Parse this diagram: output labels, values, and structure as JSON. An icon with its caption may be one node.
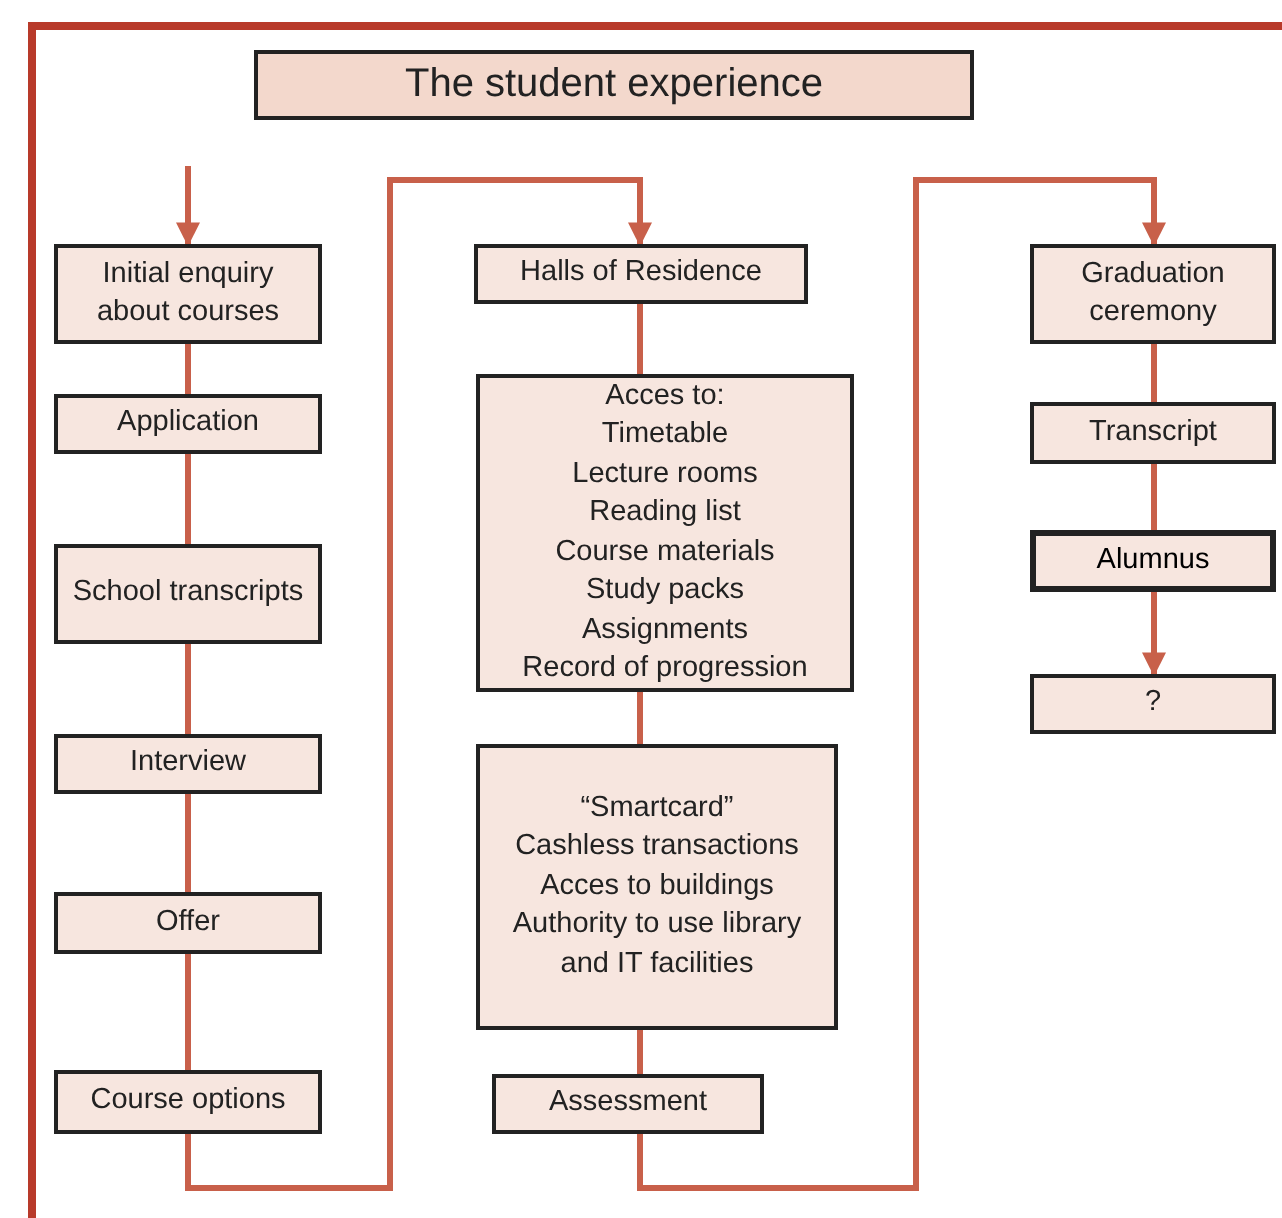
{
  "diagram": {
    "nodes": [
      {
        "text": [
          "The student experience"
        ]
      },
      {
        "text": [
          "Initial enquiry about courses"
        ]
      },
      {
        "text": [
          "Application"
        ]
      },
      {
        "text": [
          "School transcripts"
        ]
      },
      {
        "text": [
          "Interview"
        ]
      },
      {
        "text": [
          "Offer"
        ]
      },
      {
        "text": [
          "Course options"
        ]
      },
      {
        "text": [
          "Halls of Residence"
        ]
      },
      {
        "text": [
          "Acces to:",
          "Timetable",
          "Lecture rooms",
          "Reading list",
          "Course materials",
          "Study packs",
          "Assignments",
          "Record of progression"
        ]
      },
      {
        "text": [
          "“Smartcard”",
          "Cashless transactions",
          "Acces to buildings",
          "Authority to use library and IT facilities"
        ]
      },
      {
        "text": [
          "Assessment"
        ]
      },
      {
        "text": [
          "Graduation ceremony"
        ]
      },
      {
        "text": [
          "Transcript"
        ]
      },
      {
        "text": [
          "Alumnus"
        ]
      },
      {
        "text": [
          "?"
        ]
      }
    ],
    "edges": [
      {
        "from": null,
        "to": 1,
        "arrow": "to"
      },
      {
        "from": 1,
        "to": 2,
        "arrow": "none"
      },
      {
        "from": 2,
        "to": 3,
        "arrow": "none"
      },
      {
        "from": 3,
        "to": 4,
        "arrow": "none"
      },
      {
        "from": 4,
        "to": 5,
        "arrow": "none"
      },
      {
        "from": 5,
        "to": 6,
        "arrow": "none"
      },
      {
        "from": 6,
        "to": 7,
        "arrow": "to"
      },
      {
        "from": 7,
        "to": 8,
        "arrow": "none"
      },
      {
        "from": 8,
        "to": 9,
        "arrow": "none"
      },
      {
        "from": 9,
        "to": 10,
        "arrow": "none"
      },
      {
        "from": 10,
        "to": 11,
        "arrow": "to"
      },
      {
        "from": 11,
        "to": 12,
        "arrow": "none"
      },
      {
        "from": 12,
        "to": 13,
        "arrow": "none"
      },
      {
        "from": 13,
        "to": 14,
        "arrow": "to"
      }
    ]
  }
}
